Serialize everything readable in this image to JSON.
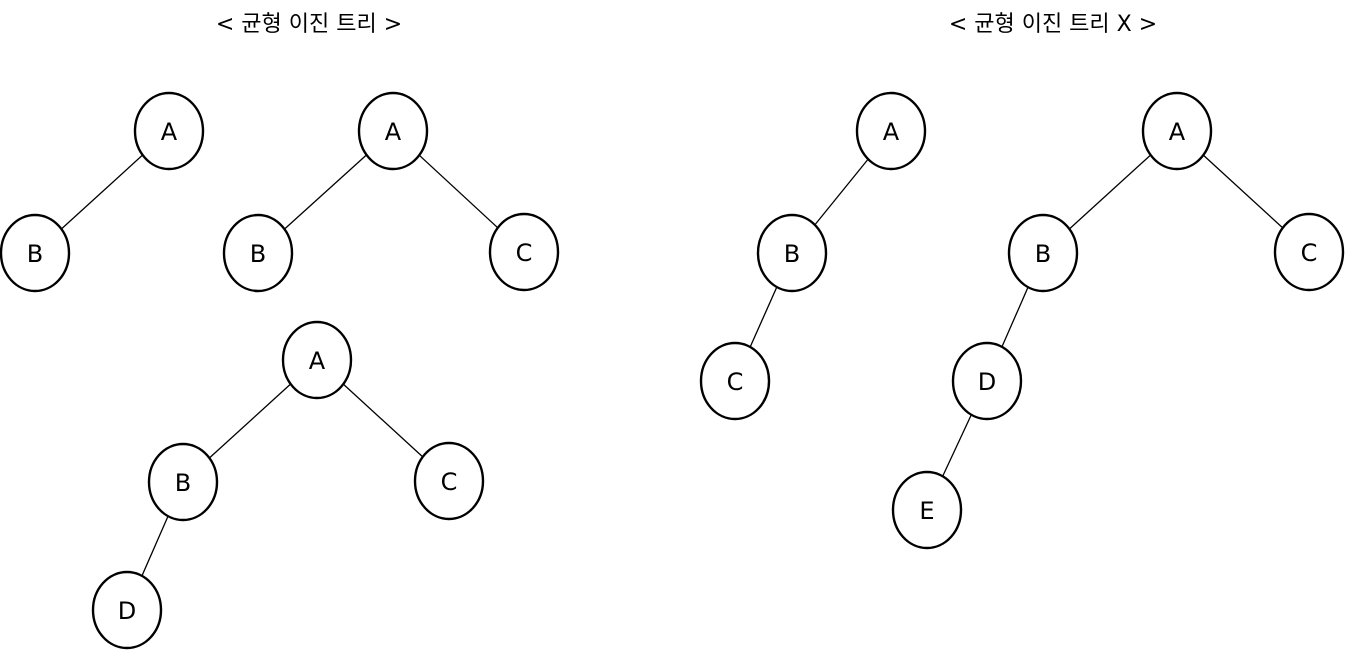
{
  "headings": {
    "balanced": "< 균형 이진 트리 >",
    "unbalanced": "< 균형 이진 트리 X >"
  },
  "trees": [
    {
      "group": "balanced",
      "nodes": [
        {
          "id": "A",
          "label": "A"
        },
        {
          "id": "B",
          "label": "B"
        }
      ],
      "edges": [
        [
          "A",
          "B"
        ]
      ]
    },
    {
      "group": "balanced",
      "nodes": [
        {
          "id": "A",
          "label": "A"
        },
        {
          "id": "B",
          "label": "B"
        },
        {
          "id": "C",
          "label": "C"
        }
      ],
      "edges": [
        [
          "A",
          "B"
        ],
        [
          "A",
          "C"
        ]
      ]
    },
    {
      "group": "balanced",
      "nodes": [
        {
          "id": "A",
          "label": "A"
        },
        {
          "id": "B",
          "label": "B"
        },
        {
          "id": "C",
          "label": "C"
        },
        {
          "id": "D",
          "label": "D"
        }
      ],
      "edges": [
        [
          "A",
          "B"
        ],
        [
          "A",
          "C"
        ],
        [
          "B",
          "D"
        ]
      ]
    },
    {
      "group": "unbalanced",
      "nodes": [
        {
          "id": "A",
          "label": "A"
        },
        {
          "id": "B",
          "label": "B"
        },
        {
          "id": "C",
          "label": "C"
        }
      ],
      "edges": [
        [
          "A",
          "B"
        ],
        [
          "B",
          "C"
        ]
      ]
    },
    {
      "group": "unbalanced",
      "nodes": [
        {
          "id": "A",
          "label": "A"
        },
        {
          "id": "B",
          "label": "B"
        },
        {
          "id": "C",
          "label": "C"
        },
        {
          "id": "D",
          "label": "D"
        },
        {
          "id": "E",
          "label": "E"
        }
      ],
      "edges": [
        [
          "A",
          "B"
        ],
        [
          "A",
          "C"
        ],
        [
          "B",
          "D"
        ],
        [
          "D",
          "E"
        ]
      ]
    }
  ]
}
